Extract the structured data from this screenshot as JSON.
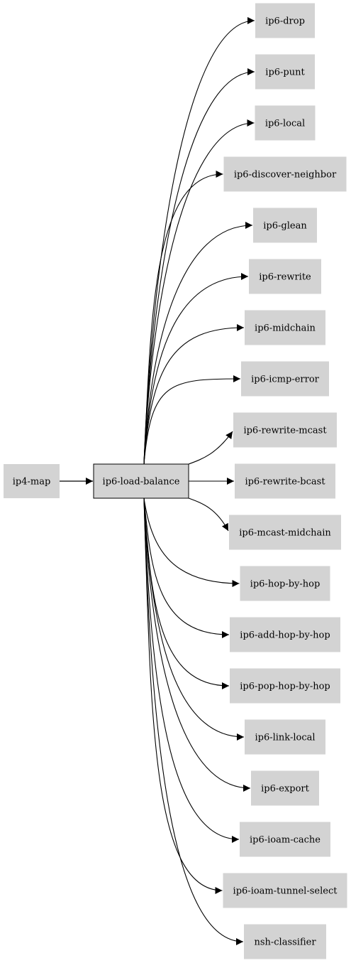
{
  "graph": {
    "source_node": "ip4-map",
    "center_node": "ip6-load-balance",
    "targets": [
      "ip6-drop",
      "ip6-punt",
      "ip6-local",
      "ip6-discover-neighbor",
      "ip6-glean",
      "ip6-rewrite",
      "ip6-midchain",
      "ip6-icmp-error",
      "ip6-rewrite-mcast",
      "ip6-rewrite-bcast",
      "ip6-mcast-midchain",
      "ip6-hop-by-hop",
      "ip6-add-hop-by-hop",
      "ip6-pop-hop-by-hop",
      "ip6-link-local",
      "ip6-export",
      "ip6-ioam-cache",
      "ip6-ioam-tunnel-select",
      "nsh-classifier"
    ]
  },
  "colors": {
    "node_fill": "#d3d3d3",
    "center_stroke": "#000000",
    "edge": "#000000",
    "background": "#ffffff"
  }
}
